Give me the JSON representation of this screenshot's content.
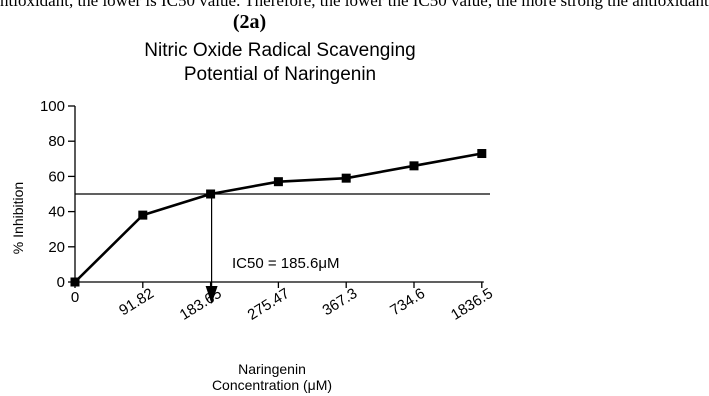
{
  "caption": {
    "top_text": "ntioxidant, the lower is IC50 value. Therefore, the lower the IC50 value, the more strong the antioxidant",
    "panel_label": "(2a)"
  },
  "chart_data": {
    "type": "line",
    "title_line1": "Nitric Oxide Radical Scavenging",
    "title_line2": "Potential of Naringenin",
    "xlabel_line1": "Naringenin",
    "xlabel_line2": "Concentration (μM)",
    "ylabel": "% Inhibition",
    "categories": [
      "0",
      "91.82",
      "183.65",
      "275.47",
      "367.3",
      "734.6",
      "1836.5"
    ],
    "values": [
      0,
      38,
      50,
      57,
      59,
      66,
      73
    ],
    "ylim": [
      0,
      100
    ],
    "yticks": [
      "0",
      "20",
      "40",
      "60",
      "80",
      "100"
    ],
    "reference_line_y": 50,
    "annotation": "IC50 = 185.6μM",
    "grid": false,
    "legend": "none",
    "line_color": "#000000",
    "marker_color": "#000000"
  }
}
